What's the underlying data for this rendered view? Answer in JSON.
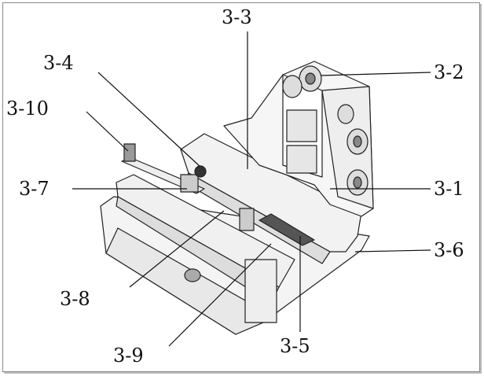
{
  "figure": {
    "labels": {
      "l3_1": "3-1",
      "l3_2": "3-2",
      "l3_3": "3-3",
      "l3_4": "3-4",
      "l3_5": "3-5",
      "l3_6": "3-6",
      "l3_7": "3-7",
      "l3_8": "3-8",
      "l3_9": "3-9",
      "l3_10": "3-10"
    }
  }
}
